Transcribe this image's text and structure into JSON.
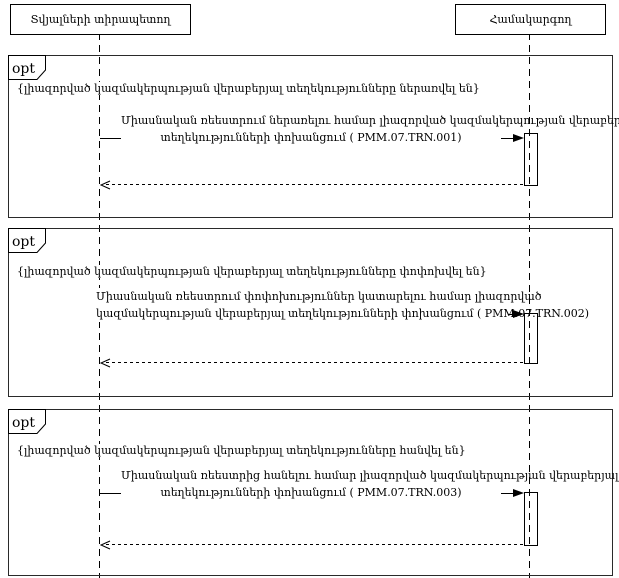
{
  "diagram": {
    "type": "uml-sequence-diagram",
    "colors": {
      "line": "#000000",
      "background": "#ffffff"
    },
    "actors": [
      {
        "label": "Տվյալների տիրապետող"
      },
      {
        "label": "Համակարգող"
      }
    ],
    "fragments": [
      {
        "operator": "opt",
        "guard": "{լիազորված կազմակերպության վերաբերյալ տեղեկությունները ներառվել են}",
        "message_lines": [
          "Միասնական ռեեստրում ներառելու համար լիազորված կազմակերպության վերաբերյալ",
          "տեղեկությունների փոխանցում ( PMM.07.TRN.001)"
        ],
        "transaction_code": "PMM.07.TRN.001"
      },
      {
        "operator": "opt",
        "guard": "{լիազորված կազմակերպության վերաբերյալ տեղեկությունները փոփոխվել են}",
        "message_lines": [
          "Միասնական ռեեստրում փոփոխություններ կատարելու համար լիազորված",
          "կազմակերպության վերաբերյալ տեղեկությունների փոխանցում ( PMM.07.TRN.002)"
        ],
        "transaction_code": "PMM.07.TRN.002"
      },
      {
        "operator": "opt",
        "guard": "{լիազորված կազմակերպության վերաբերյալ տեղեկությունները հանվել են}",
        "message_lines": [
          "Միասնական ռեեստրից հանելու համար լիազորված կազմակերպության վերաբերյալ",
          "տեղեկությունների փոխանցում ( PMM.07.TRN.003)"
        ],
        "transaction_code": "PMM.07.TRN.003"
      }
    ]
  }
}
